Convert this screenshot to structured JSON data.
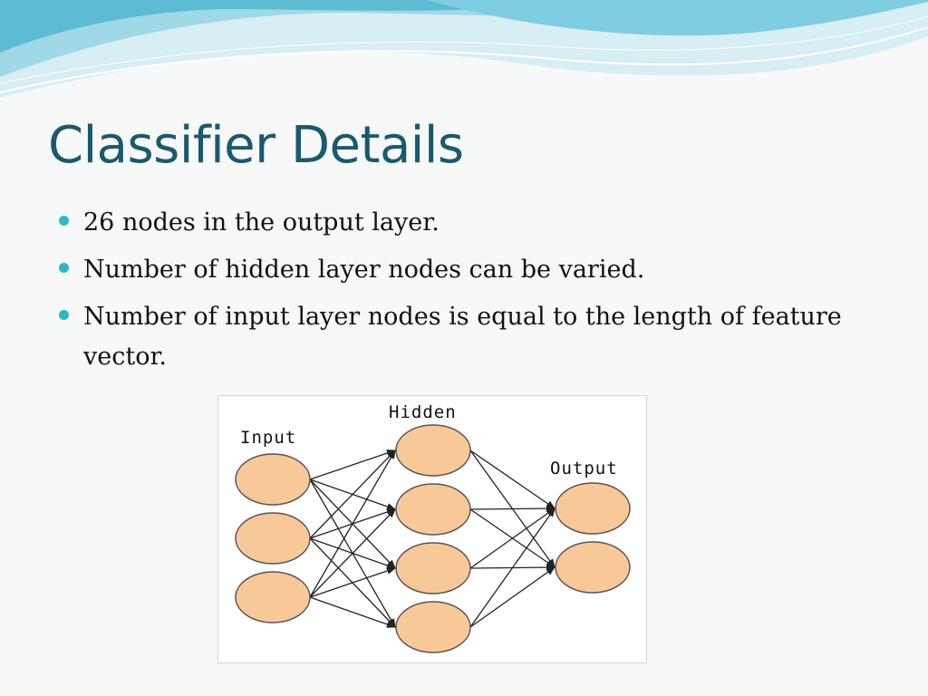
{
  "slide": {
    "title": "Classifier Details",
    "bullets": [
      {
        "text": "26 nodes in the output layer."
      },
      {
        "text": "Number of hidden layer nodes can be varied."
      },
      {
        "text": "Number of input layer nodes is equal  to the length of feature  vector."
      }
    ]
  },
  "diagram": {
    "labels": {
      "input": "Input",
      "hidden": "Hidden",
      "output": "Output"
    },
    "layers": {
      "input": 3,
      "hidden": 4,
      "output": 2
    },
    "colors": {
      "node_fill": "#f9c898",
      "node_stroke": "#555555",
      "edge": "#222222",
      "title": "#1a5a6e",
      "bullet": "#2fb6c6"
    }
  }
}
